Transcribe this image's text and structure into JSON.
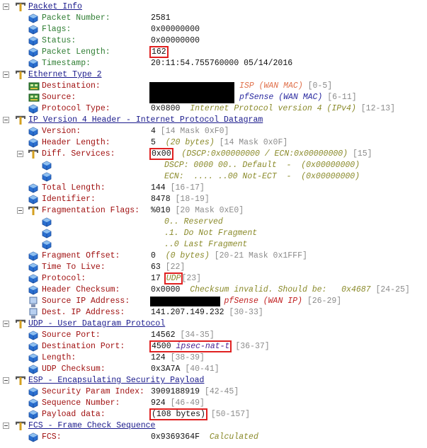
{
  "colors": {
    "section": "#1a1a8c",
    "label_green": "#2e7d32",
    "label_red": "#a01010",
    "highlight_box": "#e02020"
  },
  "rows": [
    {
      "type": "section",
      "title": "Packet Info"
    },
    {
      "type": "field",
      "icon": "cube",
      "color": "green",
      "label": "Packet Number:",
      "parts": [
        {
          "t": "2581"
        }
      ]
    },
    {
      "type": "field",
      "icon": "cube",
      "color": "green",
      "label": "Flags:",
      "parts": [
        {
          "t": "0x00000000"
        }
      ]
    },
    {
      "type": "field",
      "icon": "cube",
      "color": "green",
      "label": "Status:",
      "parts": [
        {
          "t": "0x00000000"
        }
      ]
    },
    {
      "type": "field",
      "icon": "cube",
      "color": "green",
      "label": "Packet Length:",
      "parts": [
        {
          "t": "162",
          "box": true
        }
      ]
    },
    {
      "type": "field",
      "icon": "cube",
      "color": "green",
      "label": "Timestamp:",
      "parts": [
        {
          "t": "20:11:54.755760000 05/14/2016"
        }
      ]
    },
    {
      "type": "section",
      "title": "Ethernet Type 2"
    },
    {
      "type": "field",
      "icon": "nic",
      "color": "red",
      "label": "Destination:",
      "redact": "mac",
      "parts": [
        {
          "t": "ISP (WAN MAC)",
          "s": "isp"
        },
        {
          "t": " [0-5]",
          "s": "g"
        }
      ]
    },
    {
      "type": "field",
      "icon": "nic",
      "color": "red",
      "label": "Source:",
      "parts": [
        {
          "t": "pfSense (WAN MAC)",
          "s": "pf"
        },
        {
          "t": " [6-11]",
          "s": "g"
        }
      ]
    },
    {
      "type": "field",
      "icon": "cube",
      "color": "red",
      "label": "Protocol Type:",
      "parts": [
        {
          "t": "0x0800  "
        },
        {
          "t": "Internet Protocol version 4 (IPv4)",
          "s": "o"
        },
        {
          "t": " [12-13]",
          "s": "g"
        }
      ]
    },
    {
      "type": "section",
      "title": "IP Version 4 Header - Internet Protocol Datagram"
    },
    {
      "type": "field",
      "icon": "cube",
      "color": "red",
      "label": "Version:",
      "parts": [
        {
          "t": "4"
        },
        {
          "t": " [14 Mask 0xF0]",
          "s": "g"
        }
      ]
    },
    {
      "type": "field",
      "icon": "cube",
      "color": "red",
      "label": "Header Length:",
      "parts": [
        {
          "t": "5  "
        },
        {
          "t": "(20 bytes)",
          "s": "o"
        },
        {
          "t": " [14 Mask 0x0F]",
          "s": "g"
        }
      ]
    },
    {
      "type": "group",
      "color": "red",
      "label": "Diff. Services:",
      "parts": [
        {
          "t": "0x00",
          "box": true
        },
        {
          "t": "  "
        },
        {
          "t": "(DSCP:0x00000000 / ECN:0x00000000)",
          "s": "o"
        },
        {
          "t": " [15]",
          "s": "g"
        }
      ]
    },
    {
      "type": "sub",
      "parts": [
        {
          "t": "DSCP: 0000 00.. Default  -  (0x00000000)",
          "s": "o"
        }
      ]
    },
    {
      "type": "sub",
      "parts": [
        {
          "t": "ECN:  .... ..00 Not-ECT  -  (0x00000000)",
          "s": "o"
        }
      ]
    },
    {
      "type": "field",
      "icon": "cube",
      "color": "red",
      "label": "Total Length:",
      "parts": [
        {
          "t": "144"
        },
        {
          "t": " [16-17]",
          "s": "g"
        }
      ]
    },
    {
      "type": "field",
      "icon": "cube",
      "color": "red",
      "label": "Identifier:",
      "parts": [
        {
          "t": "8478"
        },
        {
          "t": " [18-19]",
          "s": "g"
        }
      ]
    },
    {
      "type": "group",
      "color": "red",
      "label": "Fragmentation Flags:",
      "parts": [
        {
          "t": "%010"
        },
        {
          "t": " [20 Mask 0xE0]",
          "s": "g"
        }
      ]
    },
    {
      "type": "sub",
      "parts": [
        {
          "t": "0.. Reserved",
          "s": "o"
        }
      ]
    },
    {
      "type": "sub",
      "parts": [
        {
          "t": ".1. Do Not Fragment",
          "s": "o"
        }
      ]
    },
    {
      "type": "sub",
      "parts": [
        {
          "t": "..0 Last Fragment",
          "s": "o"
        }
      ]
    },
    {
      "type": "field",
      "icon": "cube",
      "color": "red",
      "label": "Fragment Offset:",
      "parts": [
        {
          "t": "0  "
        },
        {
          "t": "(0 bytes)",
          "s": "o"
        },
        {
          "t": " [20-21 Mask 0x1FFF]",
          "s": "g"
        }
      ]
    },
    {
      "type": "field",
      "icon": "cube",
      "color": "red",
      "label": "Time To Live:",
      "parts": [
        {
          "t": "63"
        },
        {
          "t": " [22]",
          "s": "g"
        }
      ]
    },
    {
      "type": "field",
      "icon": "cube",
      "color": "red",
      "label": "Protocol:",
      "parts": [
        {
          "t": "17 "
        },
        {
          "t": "UDP",
          "s": "o",
          "box": true
        },
        {
          "t": "[23]",
          "s": "g"
        }
      ]
    },
    {
      "type": "field",
      "icon": "cube",
      "color": "red",
      "label": "Header Checksum:",
      "parts": [
        {
          "t": "0x0000  "
        },
        {
          "t": "Checksum invalid. Should be:   0x4687",
          "s": "o"
        },
        {
          "t": " [24-25]",
          "s": "g"
        }
      ]
    },
    {
      "type": "field",
      "icon": "monitor",
      "color": "red",
      "label": "Source IP Address:",
      "redact": "ip",
      "parts": [
        {
          "t": "               "
        },
        {
          "t": "pfSense (WAN IP)",
          "s": "pfr"
        },
        {
          "t": " [26-29]",
          "s": "g"
        }
      ]
    },
    {
      "type": "field",
      "icon": "monitor",
      "color": "red",
      "label": "Dest. IP Address:",
      "parts": [
        {
          "t": "141.207.149.232"
        },
        {
          "t": " [30-33]",
          "s": "g"
        }
      ]
    },
    {
      "type": "section",
      "title": "UDP - User Datagram Protocol"
    },
    {
      "type": "field",
      "icon": "cube",
      "color": "red",
      "label": "Source Port:",
      "parts": [
        {
          "t": "14562"
        },
        {
          "t": " [34-35]",
          "s": "g"
        }
      ]
    },
    {
      "type": "field",
      "icon": "cube",
      "color": "red",
      "label": "Destination Port:",
      "parts": [
        {
          "t": "4500 ",
          "box": true,
          "group": "dp"
        },
        {
          "t": "ipsec-nat-t",
          "s": "ipsec",
          "box": true,
          "group": "dp"
        },
        {
          "t": " [36-37]",
          "s": "g"
        }
      ]
    },
    {
      "type": "field",
      "icon": "cube",
      "color": "red",
      "label": "Length:",
      "parts": [
        {
          "t": "124"
        },
        {
          "t": " [38-39]",
          "s": "g"
        }
      ]
    },
    {
      "type": "field",
      "icon": "cube",
      "color": "red",
      "label": "UDP Checksum:",
      "parts": [
        {
          "t": "0x3A7A"
        },
        {
          "t": " [40-41]",
          "s": "g"
        }
      ]
    },
    {
      "type": "section",
      "title": "ESP - Encapsulating Security Payload"
    },
    {
      "type": "field",
      "icon": "cube",
      "color": "red",
      "label": "Security Param Index:",
      "parts": [
        {
          "t": "3909188919"
        },
        {
          "t": " [42-45]",
          "s": "g"
        }
      ]
    },
    {
      "type": "field",
      "icon": "cube",
      "color": "red",
      "label": "Sequence Number:",
      "parts": [
        {
          "t": "924"
        },
        {
          "t": " [46-49]",
          "s": "g"
        }
      ]
    },
    {
      "type": "field",
      "icon": "cube",
      "color": "red",
      "label": "Payload data:",
      "parts": [
        {
          "t": "(108 bytes)",
          "box": true
        },
        {
          "t": " [50-157]",
          "s": "g"
        }
      ]
    },
    {
      "type": "section",
      "title": "FCS - Frame Check Sequence"
    },
    {
      "type": "field",
      "icon": "cube",
      "color": "red",
      "label": "FCS:",
      "parts": [
        {
          "t": "0x9369364F  "
        },
        {
          "t": "Calculated",
          "s": "o"
        }
      ]
    }
  ]
}
